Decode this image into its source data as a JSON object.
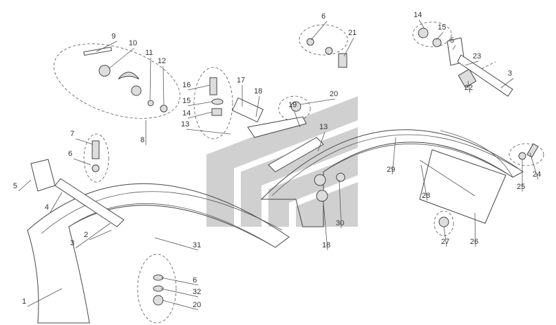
{
  "title": "Fender assembly exploded parts diagram",
  "callouts": [
    "9",
    "10",
    "11",
    "12",
    "16",
    "17",
    "18",
    "15",
    "14",
    "13",
    "8",
    "7",
    "6",
    "5",
    "4",
    "3",
    "2",
    "1",
    "31",
    "6",
    "32",
    "20",
    "6",
    "21",
    "20",
    "19",
    "13",
    "14",
    "15",
    "5",
    "23",
    "3",
    "22",
    "29",
    "24",
    "25",
    "28",
    "27",
    "26",
    "30",
    "18"
  ],
  "colors": {
    "line": "#444444",
    "watermark": "#c8c8c8",
    "background": "#ffffff"
  }
}
